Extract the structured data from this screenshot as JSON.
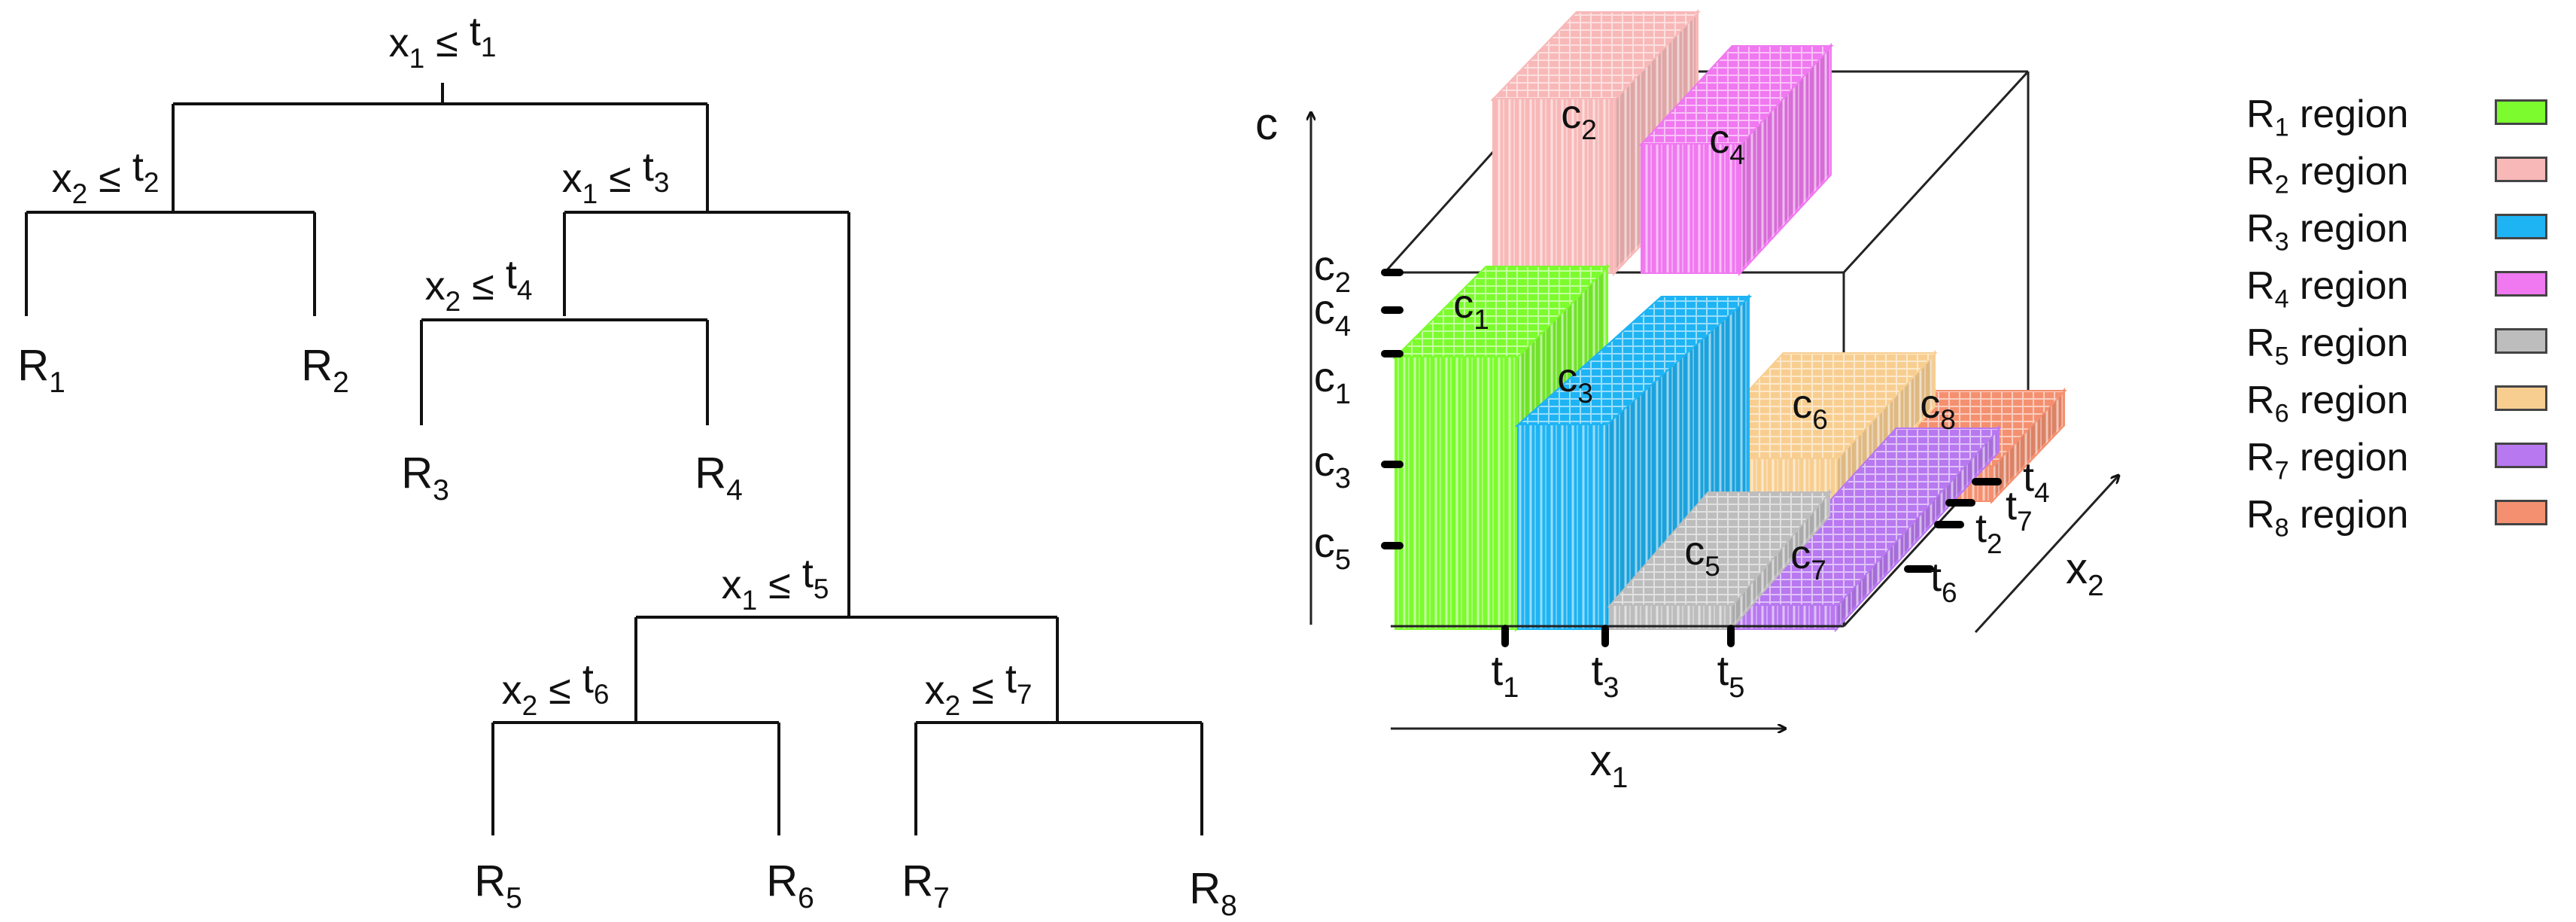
{
  "tree": {
    "splits": [
      {
        "id": "s1",
        "var": "x",
        "var_sub": "1",
        "thr": "t",
        "thr_sub": "1"
      },
      {
        "id": "s2",
        "var": "x",
        "var_sub": "2",
        "thr": "t",
        "thr_sub": "2"
      },
      {
        "id": "s3",
        "var": "x",
        "var_sub": "1",
        "thr": "t",
        "thr_sub": "3"
      },
      {
        "id": "s4",
        "var": "x",
        "var_sub": "2",
        "thr": "t",
        "thr_sub": "4"
      },
      {
        "id": "s5",
        "var": "x",
        "var_sub": "1",
        "thr": "t",
        "thr_sub": "5"
      },
      {
        "id": "s6",
        "var": "x",
        "var_sub": "2",
        "thr": "t",
        "thr_sub": "6"
      },
      {
        "id": "s7",
        "var": "x",
        "var_sub": "2",
        "thr": "t",
        "thr_sub": "7"
      }
    ],
    "leaves": [
      {
        "id": "R1",
        "main": "R",
        "sub": "1"
      },
      {
        "id": "R2",
        "main": "R",
        "sub": "2"
      },
      {
        "id": "R3",
        "main": "R",
        "sub": "3"
      },
      {
        "id": "R4",
        "main": "R",
        "sub": "4"
      },
      {
        "id": "R5",
        "main": "R",
        "sub": "5"
      },
      {
        "id": "R6",
        "main": "R",
        "sub": "6"
      },
      {
        "id": "R7",
        "main": "R",
        "sub": "7"
      },
      {
        "id": "R8",
        "main": "R",
        "sub": "8"
      }
    ],
    "le_symbol": "≤"
  },
  "plot3d": {
    "axis_c": "c",
    "axis_x1": {
      "main": "x",
      "sub": "1"
    },
    "axis_x2": {
      "main": "x",
      "sub": "2"
    },
    "c_ticks": [
      {
        "main": "c",
        "sub": "2"
      },
      {
        "main": "c",
        "sub": "4"
      },
      {
        "main": "c",
        "sub": "1"
      },
      {
        "main": "c",
        "sub": "3"
      },
      {
        "main": "c",
        "sub": "5"
      }
    ],
    "x1_ticks": [
      {
        "main": "t",
        "sub": "1"
      },
      {
        "main": "t",
        "sub": "3"
      },
      {
        "main": "t",
        "sub": "5"
      }
    ],
    "x2_ticks": [
      {
        "main": "t",
        "sub": "4"
      },
      {
        "main": "t",
        "sub": "7"
      },
      {
        "main": "t",
        "sub": "2"
      },
      {
        "main": "t",
        "sub": "6"
      }
    ],
    "bar_labels": [
      {
        "main": "c",
        "sub": "1"
      },
      {
        "main": "c",
        "sub": "2"
      },
      {
        "main": "c",
        "sub": "3"
      },
      {
        "main": "c",
        "sub": "4"
      },
      {
        "main": "c",
        "sub": "5"
      },
      {
        "main": "c",
        "sub": "6"
      },
      {
        "main": "c",
        "sub": "7"
      },
      {
        "main": "c",
        "sub": "8"
      }
    ]
  },
  "legend": [
    {
      "main": "R",
      "sub": "1",
      "suffix": " region",
      "color": "#7CFC2E"
    },
    {
      "main": "R",
      "sub": "2",
      "suffix": " region",
      "color": "#F8B8B8"
    },
    {
      "main": "R",
      "sub": "3",
      "suffix": " region",
      "color": "#1EB4F4"
    },
    {
      "main": "R",
      "sub": "4",
      "suffix": " region",
      "color": "#F078F0"
    },
    {
      "main": "R",
      "sub": "5",
      "suffix": " region",
      "color": "#BDBDBD"
    },
    {
      "main": "R",
      "sub": "6",
      "suffix": " region",
      "color": "#F8CE90"
    },
    {
      "main": "R",
      "sub": "7",
      "suffix": " region",
      "color": "#B878F0"
    },
    {
      "main": "R",
      "sub": "8",
      "suffix": " region",
      "color": "#F49070"
    }
  ]
}
